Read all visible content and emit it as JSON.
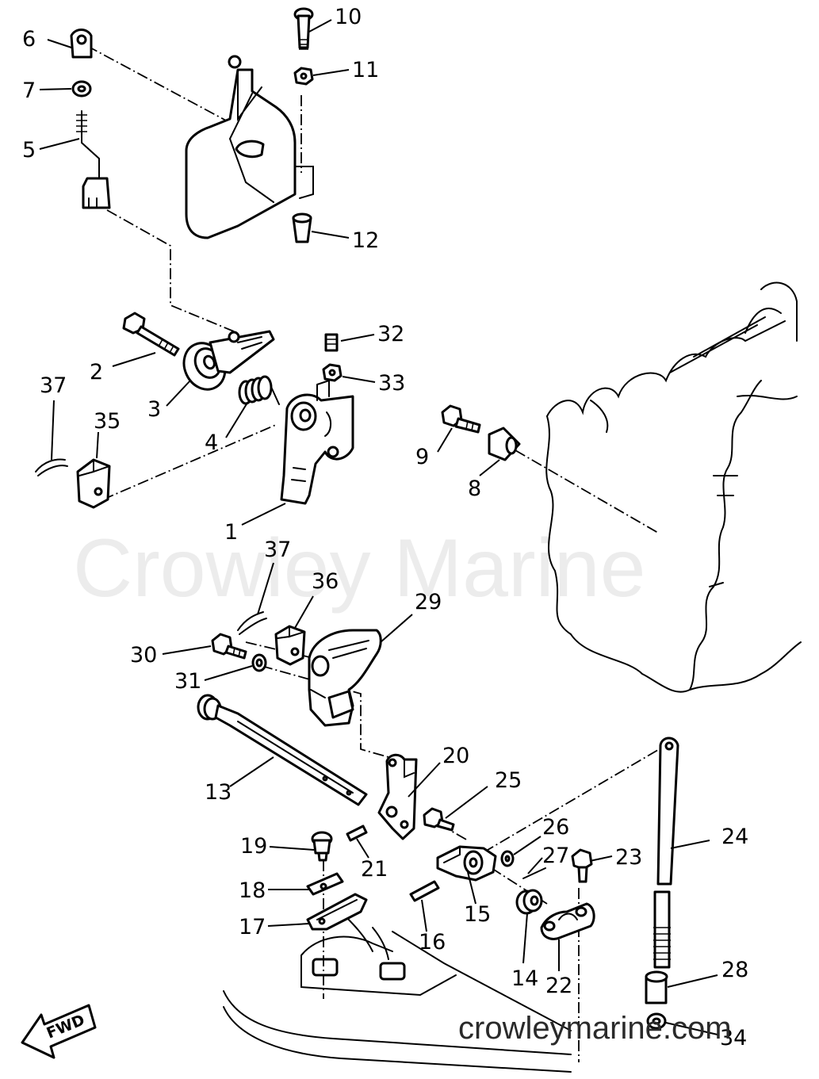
{
  "watermark": "Crowley Marine",
  "website": "crowleymarine.com",
  "direction_label": "FWD",
  "callouts": [
    "1",
    "2",
    "3",
    "4",
    "5",
    "6",
    "7",
    "8",
    "9",
    "10",
    "11",
    "12",
    "13",
    "14",
    "15",
    "16",
    "17",
    "18",
    "19",
    "20",
    "21",
    "22",
    "23",
    "24",
    "25",
    "26",
    "27",
    "28",
    "29",
    "30",
    "31",
    "32",
    "33",
    "34",
    "35",
    "36",
    "37"
  ]
}
